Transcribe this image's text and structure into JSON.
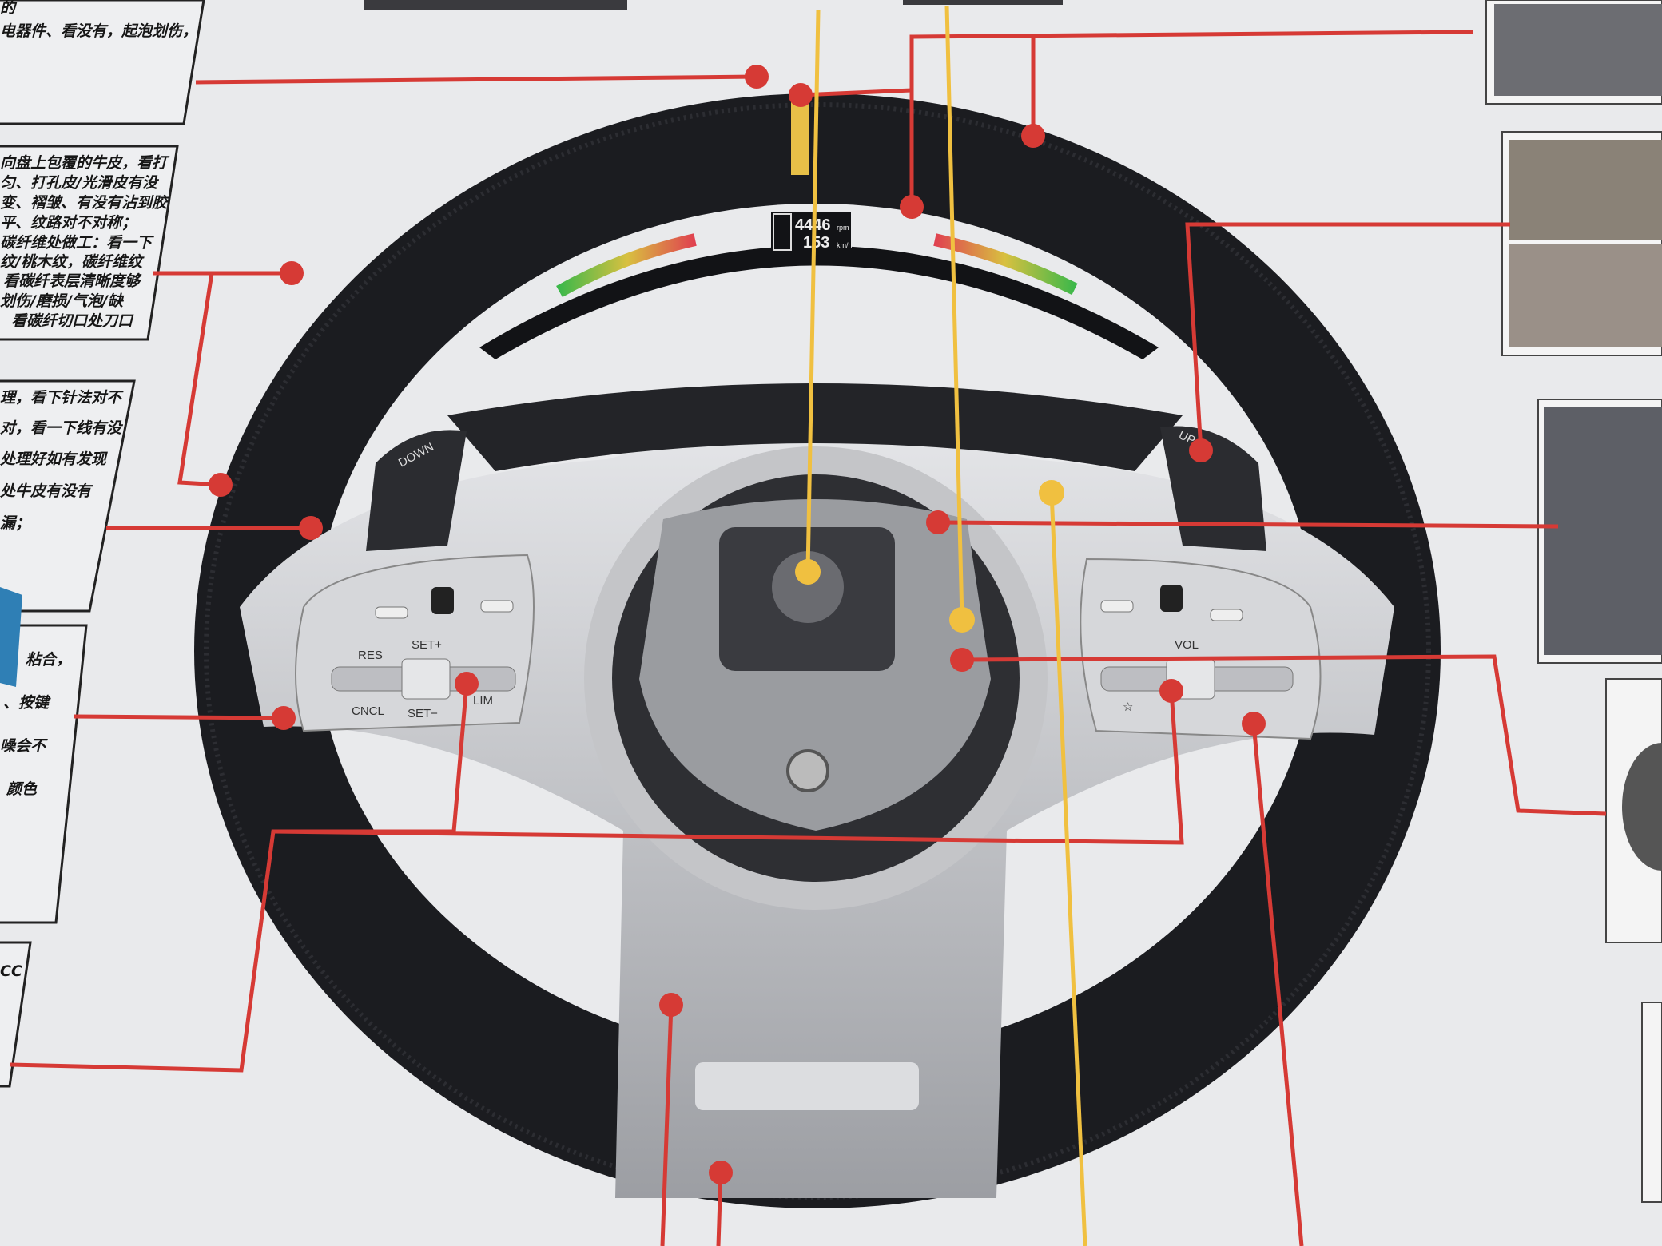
{
  "colors": {
    "callout_red": "#d63a35",
    "callout_yellow": "#f0c040",
    "wheel": "#1b1c20",
    "trim": "#c9cacd"
  },
  "notes": [
    {
      "lines": [
        "的",
        "电器件、看没有，起泡划伤，"
      ]
    },
    {
      "lines": [
        "向盘上包覆的牛皮，看打",
        "匀、打孔皮/光滑皮有没",
        "变、褶皱、有没有沾到胶",
        "平、纹路对不对称；",
        "碳纤维处做工：看一下",
        "纹/桃木纹，碳纤维纹",
        "看碳纤表层清晰度够",
        "划伤/磨损/气泡/缺",
        "看碳纤切口处刀口"
      ]
    },
    {
      "lines": [
        "理，看下针法对不",
        "对，看一下线有没",
        "处理好如有发现",
        "处牛皮有没有",
        "漏；"
      ]
    },
    {
      "lines": [
        "粘合，",
        "、按键",
        "噪会不",
        "颜色"
      ]
    },
    {
      "lines": [
        "CC"
      ]
    }
  ],
  "wheel": {
    "paddle_left": "DOWN",
    "paddle_right": "UP",
    "display": {
      "rpm": "4446",
      "rpm_unit": "rpm",
      "speed": "153",
      "speed_unit": "km/h"
    },
    "left_buttons": {
      "res": "RES",
      "set_plus": "SET+",
      "cncl": "CNCL",
      "set_minus": "SET−",
      "lim": "LIM"
    },
    "right_buttons": {
      "vol": "VOL"
    }
  }
}
